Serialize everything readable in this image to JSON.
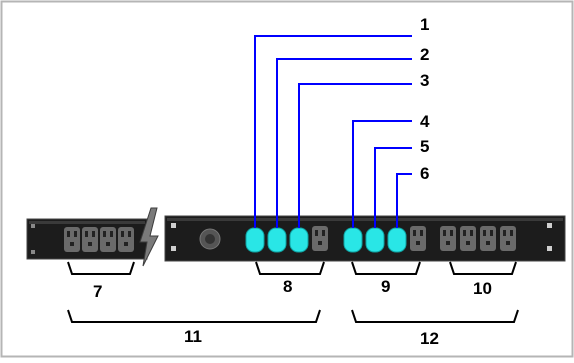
{
  "callouts": {
    "c1": "1",
    "c2": "2",
    "c3": "3",
    "c4": "4",
    "c5": "5",
    "c6": "6",
    "c7": "7",
    "c8": "8",
    "c9": "9",
    "c10": "10",
    "c11": "11",
    "c12": "12"
  },
  "colors": {
    "highlight": "#29e6e6",
    "leader_line": "#0000ff",
    "strip_body": "#1c1c1c",
    "outlet_face": "#6a6a6a",
    "bracket": "#000000",
    "frame_border": "#b5b5b5"
  },
  "icons": {
    "left_module": "short-outlet-strip",
    "main_strip": "power-distribution-unit",
    "switch": "power-switch-icon",
    "break_mark": "lightning-break-icon"
  }
}
